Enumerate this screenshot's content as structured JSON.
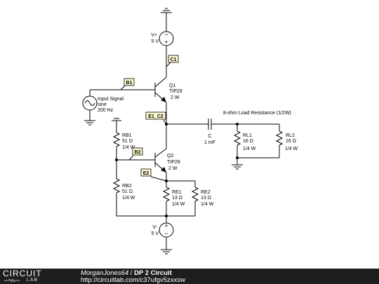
{
  "schematic": {
    "vplus": {
      "name": "V+",
      "value": "5 V",
      "sign_top": "−",
      "sign_bottom": "+"
    },
    "vminus": {
      "name": "V-",
      "value": "5 V",
      "sign_top": "+",
      "sign_bottom": "−"
    },
    "q1": {
      "name": "Q1",
      "model": "TIP29",
      "power": "2 W"
    },
    "q2": {
      "name": "Q2",
      "model": "TIP29",
      "power": "2 W"
    },
    "input": {
      "label": "Input Signal",
      "wave": "sine",
      "freq": "200 Hz"
    },
    "rb1": {
      "name": "RB1",
      "value": "51 Ω",
      "power": "1/4 W"
    },
    "rb2": {
      "name": "RB2",
      "value": "51 Ω",
      "power": "1/4 W"
    },
    "re1": {
      "name": "RE1",
      "value": "13 Ω",
      "power": "1/4 W"
    },
    "re2": {
      "name": "RE2",
      "value": "13 Ω",
      "power": "1/4 W"
    },
    "cap": {
      "name": "C",
      "value": "1 mF"
    },
    "load_caption": "8-ohm Load Resistance (1/2W)",
    "rl1": {
      "name": "RL1",
      "value": "16 Ω",
      "power": "1/4 W"
    },
    "rl2": {
      "name": "RL2",
      "value": "16 Ω",
      "power": "1/4 W"
    },
    "tags": {
      "c1": "C1",
      "b1": "B1",
      "e1c2": "E1_C2",
      "b2": "B2",
      "e2": "E2"
    }
  },
  "footer": {
    "logo_top": "CIRCUIT",
    "logo_bottom": "LAB",
    "author": "MorganJones64",
    "separator": " / ",
    "circuit_name": "DP 2 Circuit",
    "url": "http://circuitlab.com/c37ufgv5zxxsw"
  }
}
